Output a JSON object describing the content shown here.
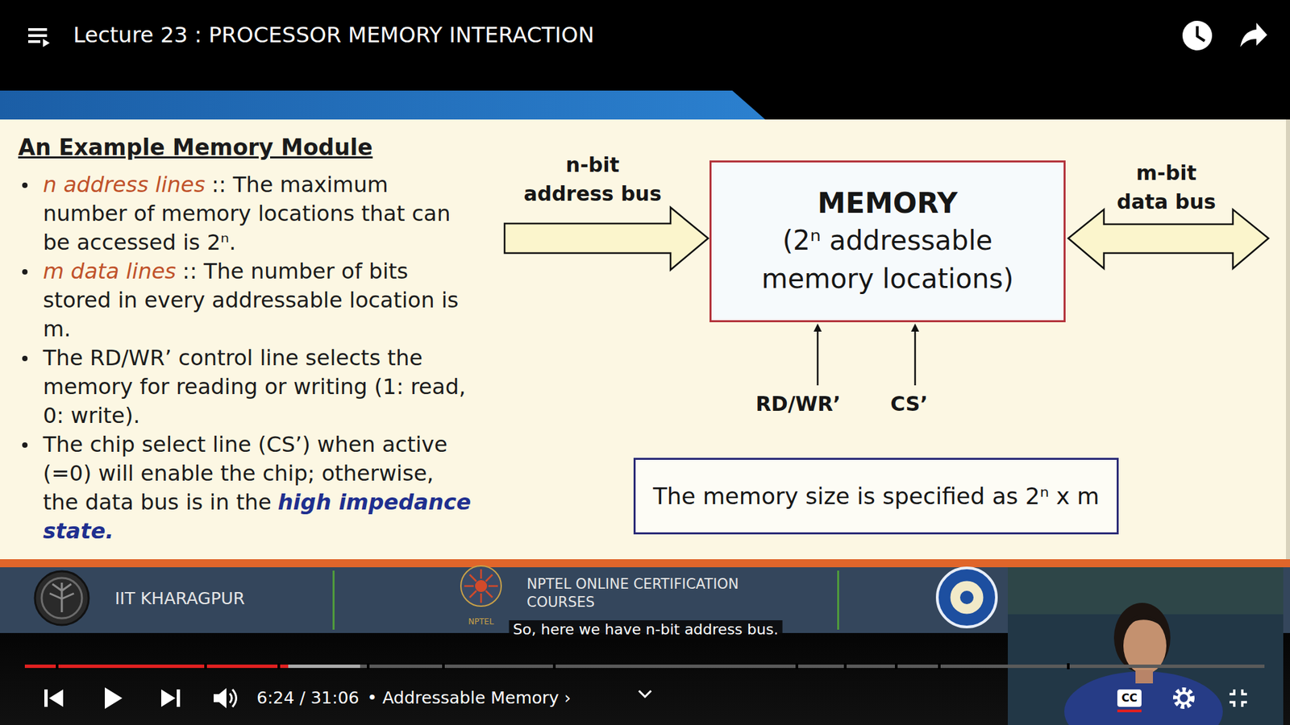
{
  "diagram": {
    "title": "An Example Memory Module",
    "nodes": [
      {
        "text": [
          "MEMORY",
          "(2ⁿ addressable memory locations)"
        ]
      },
      {
        "text": [
          "The memory size is specified as 2ⁿ x m"
        ]
      }
    ],
    "labels": [
      "Lecture 23 : PROCESSOR MEMORY INTERACTION",
      "n address lines",
      ":: The maximum number of memory locations that can be accessed is 2ⁿ.",
      "m data lines",
      ":: The number of bits stored in every addressable location is m.",
      "The RD/WR’ control line selects the memory for reading or writing (1: read, 0: write).",
      "The chip select line (CS’) when active (=0) will enable the chip; otherwise, the data bus is in the",
      "high impedance state.",
      "n-bit address bus",
      "m-bit data bus",
      "RD/WR’",
      "CS’",
      "IIT KHARAGPUR",
      "NPTEL ONLINE CERTIFICATION COURSES",
      "NPTEL",
      "So, here we have n-bit address bus.",
      "6:24 / 31:06",
      "• Addressable Memory ›",
      "CC"
    ]
  }
}
